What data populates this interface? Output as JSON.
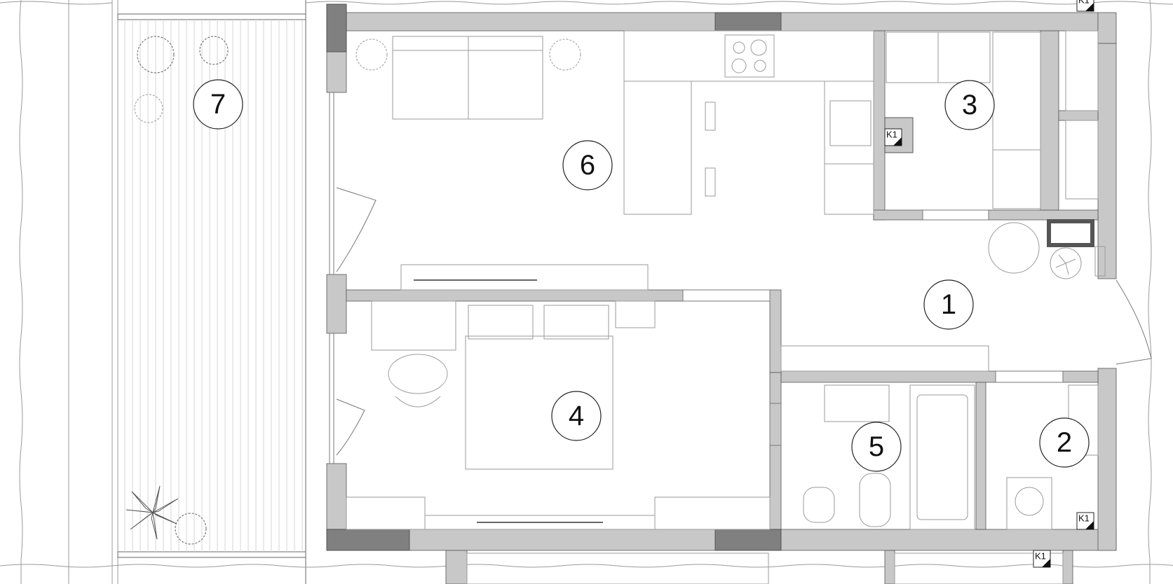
{
  "plan": {
    "colors": {
      "wall": "#c8c8c8",
      "wall_dark": "#808080",
      "line": "#9a9a9a",
      "line_dark": "#222222",
      "background": "#ffffff"
    },
    "rooms": [
      {
        "id": "room-1",
        "label": "1"
      },
      {
        "id": "room-2",
        "label": "2"
      },
      {
        "id": "room-3",
        "label": "3"
      },
      {
        "id": "room-4",
        "label": "4"
      },
      {
        "id": "room-5",
        "label": "5"
      },
      {
        "id": "room-6",
        "label": "6"
      },
      {
        "id": "room-7",
        "label": "7"
      }
    ],
    "tags": {
      "k1": "K1"
    }
  }
}
